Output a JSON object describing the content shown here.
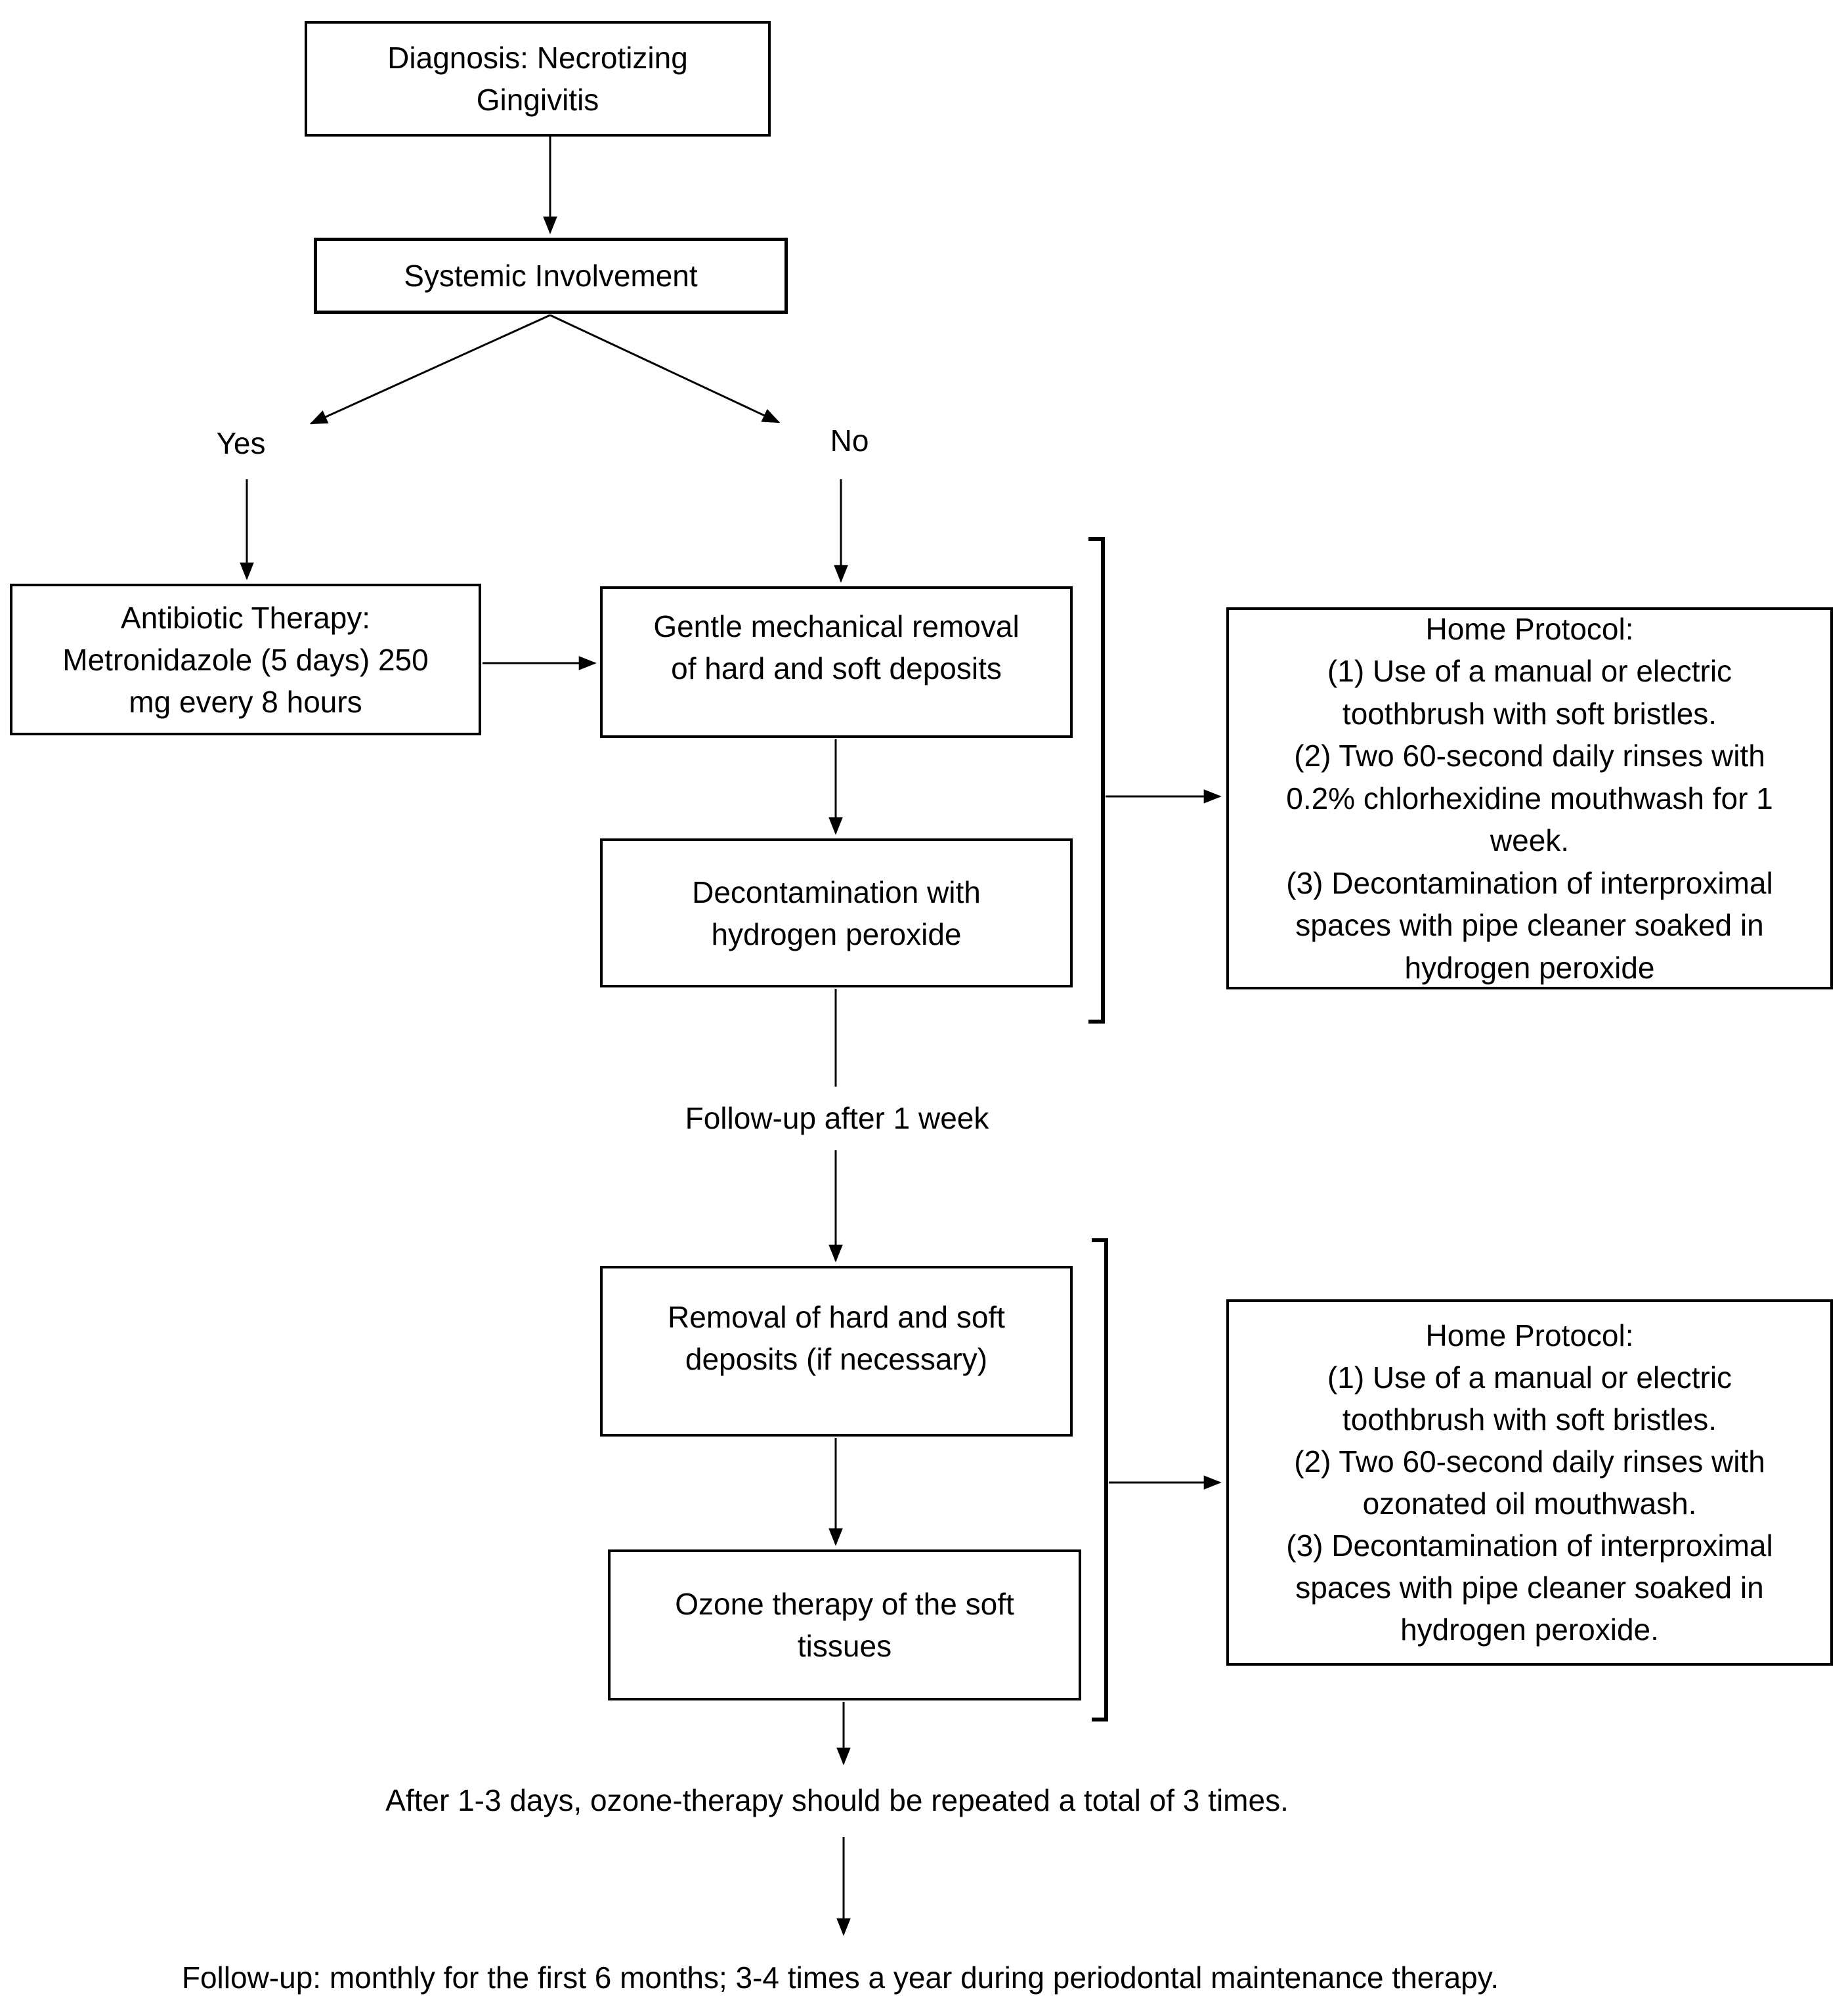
{
  "page": {
    "background": "#ffffff",
    "ink": "#000000"
  },
  "flowchart": {
    "diagnosis": {
      "lines": [
        "Diagnosis: Necrotizing",
        "Gingivitis"
      ]
    },
    "systemic": {
      "lines": [
        "Systemic Involvement"
      ]
    },
    "branch": {
      "yes": "Yes",
      "no": "No"
    },
    "antibiotic": {
      "lines": [
        "Antibiotic Therapy:",
        "Metronidazole (5 days) 250",
        "mg every 8 hours"
      ]
    },
    "gentle": {
      "lines": [
        "Gentle mechanical removal",
        "of hard and soft deposits"
      ]
    },
    "decontamination": {
      "lines": [
        "Decontamination with",
        "hydrogen peroxide"
      ]
    },
    "home_protocol_1": {
      "lines": [
        "Home Protocol:",
        "(1) Use of a manual or electric",
        "toothbrush with soft bristles.",
        "(2) Two 60-second daily rinses with",
        "0.2% chlorhexidine mouthwash for 1",
        "week.",
        "(3) Decontamination of interproximal",
        "spaces with pipe cleaner soaked in",
        "hydrogen peroxide"
      ]
    },
    "followup_week": "Follow-up after 1 week",
    "removal": {
      "lines": [
        "Removal of hard and soft",
        "deposits (if necessary)"
      ]
    },
    "ozone": {
      "lines": [
        "Ozone therapy of the soft",
        "tissues"
      ]
    },
    "home_protocol_2": {
      "lines": [
        "Home Protocol:",
        "(1) Use of a manual or electric",
        "toothbrush with soft bristles.",
        "(2) Two 60-second daily rinses with",
        "ozonated oil mouthwash.",
        "(3) Decontamination of interproximal",
        "spaces with pipe cleaner soaked in",
        "hydrogen peroxide."
      ]
    },
    "repeat_note": "After 1-3 days, ozone-therapy should be repeated a total of 3 times.",
    "final_followup": "Follow-up: monthly for the first 6 months; 3-4 times a year during periodontal maintenance therapy."
  }
}
